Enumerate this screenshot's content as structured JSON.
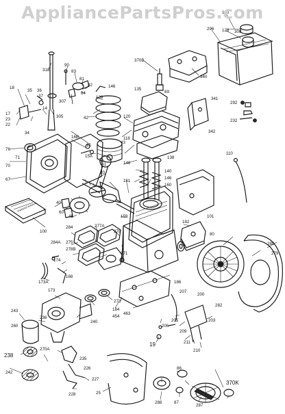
{
  "watermark": "AppliancePartsPros.com",
  "callouts": [
    {
      "id": "c130",
      "text": "130"
    },
    {
      "id": "c128",
      "text": "128"
    },
    {
      "id": "c296",
      "text": "296"
    },
    {
      "id": "c300",
      "text": "300"
    },
    {
      "id": "c370b",
      "text": "370B"
    },
    {
      "id": "c340",
      "text": "340"
    },
    {
      "id": "c318",
      "text": "318"
    },
    {
      "id": "c90",
      "text": "90"
    },
    {
      "id": "c83",
      "text": "83"
    },
    {
      "id": "c81",
      "text": "81"
    },
    {
      "id": "c82",
      "text": "82"
    },
    {
      "id": "c84",
      "text": "84"
    },
    {
      "id": "c146a",
      "text": "146"
    },
    {
      "id": "c139",
      "text": "139"
    },
    {
      "id": "c135",
      "text": "135"
    },
    {
      "id": "c69",
      "text": "69"
    },
    {
      "id": "c18",
      "text": "18"
    },
    {
      "id": "c35",
      "text": "35"
    },
    {
      "id": "c36",
      "text": "36"
    },
    {
      "id": "c37",
      "text": "37"
    },
    {
      "id": "c307",
      "text": "307"
    },
    {
      "id": "c341",
      "text": "341"
    },
    {
      "id": "c292",
      "text": "292"
    },
    {
      "id": "c232",
      "text": "232"
    },
    {
      "id": "c17",
      "text": "17"
    },
    {
      "id": "c23",
      "text": "23"
    },
    {
      "id": "c22",
      "text": "22"
    },
    {
      "id": "c14",
      "text": "14"
    },
    {
      "id": "c305",
      "text": "305"
    },
    {
      "id": "c42",
      "text": "42"
    },
    {
      "id": "c120",
      "text": "120"
    },
    {
      "id": "c342",
      "text": "342"
    },
    {
      "id": "c34",
      "text": "34"
    },
    {
      "id": "c16b",
      "text": "16B"
    },
    {
      "id": "c15",
      "text": "15"
    },
    {
      "id": "c15a",
      "text": "15A"
    },
    {
      "id": "c43",
      "text": "43"
    },
    {
      "id": "c118",
      "text": "118"
    },
    {
      "id": "c76",
      "text": "76"
    },
    {
      "id": "c70",
      "text": "70"
    },
    {
      "id": "c71",
      "text": "71"
    },
    {
      "id": "c72",
      "text": "72"
    },
    {
      "id": "c41",
      "text": "41"
    },
    {
      "id": "c148",
      "text": "148"
    },
    {
      "id": "c138",
      "text": "138"
    },
    {
      "id": "c110",
      "text": "110"
    },
    {
      "id": "c67",
      "text": "67"
    },
    {
      "id": "c20",
      "text": "20"
    },
    {
      "id": "c161",
      "text": "161"
    },
    {
      "id": "c140",
      "text": "140"
    },
    {
      "id": "c146b",
      "text": "146"
    },
    {
      "id": "c160",
      "text": "160"
    },
    {
      "id": "c40",
      "text": "40"
    },
    {
      "id": "c60",
      "text": "60"
    },
    {
      "id": "c45",
      "text": "45"
    },
    {
      "id": "c100",
      "text": "100"
    },
    {
      "id": "c159",
      "text": "159"
    },
    {
      "id": "c284",
      "text": "284"
    },
    {
      "id": "c277a",
      "text": "277A"
    },
    {
      "id": "c182",
      "text": "182"
    },
    {
      "id": "c101",
      "text": "101"
    },
    {
      "id": "c284a",
      "text": "284A"
    },
    {
      "id": "c275",
      "text": "275"
    },
    {
      "id": "c278",
      "text": "278"
    },
    {
      "id": "c278b",
      "text": "278B"
    },
    {
      "id": "c80",
      "text": "80"
    },
    {
      "id": "c280",
      "text": "280"
    },
    {
      "id": "c279",
      "text": "279"
    },
    {
      "id": "c174",
      "text": "174"
    },
    {
      "id": "c168",
      "text": "168"
    },
    {
      "id": "c171",
      "text": "171"
    },
    {
      "id": "c173a",
      "text": "173A"
    },
    {
      "id": "c173",
      "text": "173"
    },
    {
      "id": "c273",
      "text": "273"
    },
    {
      "id": "c186",
      "text": "186"
    },
    {
      "id": "c207",
      "text": "207"
    },
    {
      "id": "c200",
      "text": "200"
    },
    {
      "id": "c282",
      "text": "282"
    },
    {
      "id": "c184",
      "text": "184"
    },
    {
      "id": "c243",
      "text": "243"
    },
    {
      "id": "c236",
      "text": "236"
    },
    {
      "id": "c240",
      "text": "240"
    },
    {
      "id": "c454",
      "text": "454"
    },
    {
      "id": "c463",
      "text": "463"
    },
    {
      "id": "c206",
      "text": "206"
    },
    {
      "id": "c205",
      "text": "205"
    },
    {
      "id": "c203",
      "text": "203"
    },
    {
      "id": "c209",
      "text": "209"
    },
    {
      "id": "c211",
      "text": "211"
    },
    {
      "id": "c210",
      "text": "210"
    },
    {
      "id": "c19",
      "text": "19"
    },
    {
      "id": "c260",
      "text": "260"
    },
    {
      "id": "c270a",
      "text": "270A"
    },
    {
      "id": "c238",
      "text": "238"
    },
    {
      "id": "c235",
      "text": "235"
    },
    {
      "id": "c226",
      "text": "226"
    },
    {
      "id": "c227",
      "text": "227"
    },
    {
      "id": "c242",
      "text": "242"
    },
    {
      "id": "c228",
      "text": "228"
    },
    {
      "id": "c25",
      "text": "25"
    },
    {
      "id": "c288",
      "text": "288"
    },
    {
      "id": "c87",
      "text": "87"
    },
    {
      "id": "c86",
      "text": "86"
    },
    {
      "id": "c287",
      "text": "287"
    },
    {
      "id": "c370k",
      "text": "370K"
    }
  ],
  "manual_label": "OWNERS MANUAL"
}
